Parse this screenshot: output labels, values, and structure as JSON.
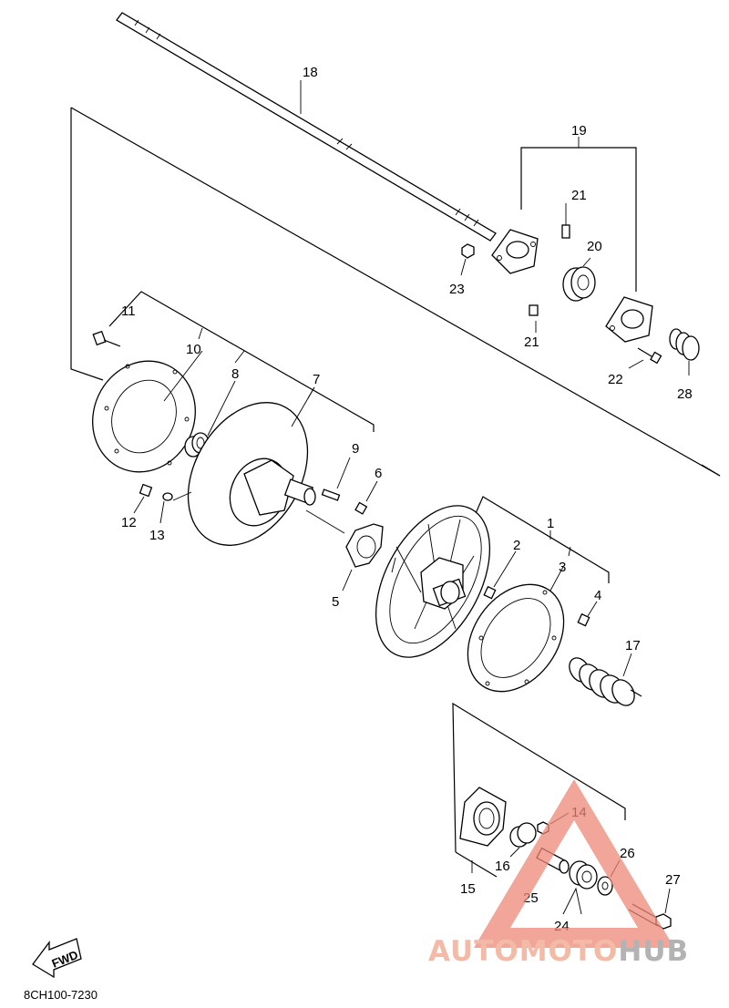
{
  "diagram_code": "8CH100-7230",
  "fwd_label": "FWD",
  "watermark": {
    "part1": "AUTOMOTO",
    "part2": "HUB",
    "color_primary": "#f0a58a",
    "color_secondary": "#9a9a9a",
    "triangle_color": "#ee8877"
  },
  "callouts": {
    "c1": "1",
    "c2": "2",
    "c3": "3",
    "c4": "4",
    "c5": "5",
    "c6": "6",
    "c7": "7",
    "c8": "8",
    "c9": "9",
    "c10": "10",
    "c11": "11",
    "c12": "12",
    "c13": "13",
    "c14": "14",
    "c15": "15",
    "c16": "16",
    "c17": "17",
    "c18": "18",
    "c19": "19",
    "c20": "20",
    "c21a": "21",
    "c21b": "21",
    "c22": "22",
    "c23": "23",
    "c24": "24",
    "c25": "25",
    "c26": "26",
    "c27": "27",
    "c28": "28"
  }
}
